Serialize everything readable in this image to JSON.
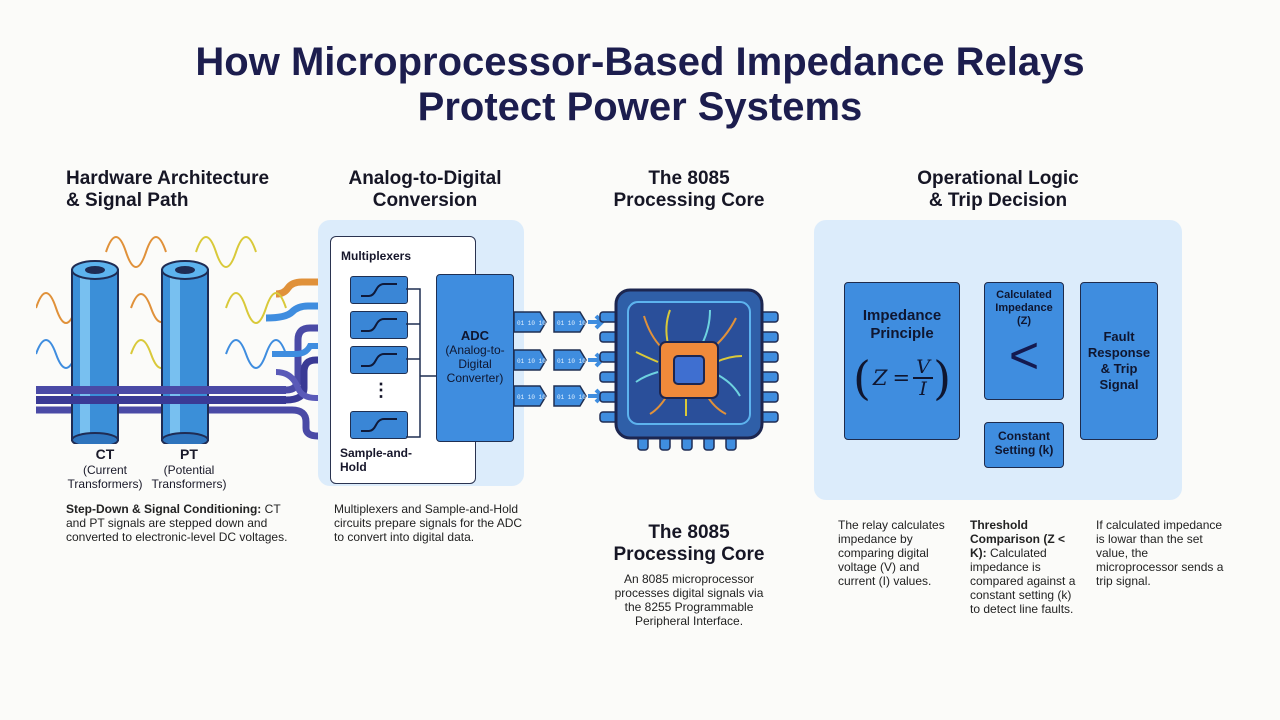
{
  "title_line1": "How Microprocessor-Based Impedance Relays",
  "title_line2": "Protect Power Systems",
  "sections": {
    "hardware": {
      "heading_line1": "Hardware Architecture",
      "heading_line2": "& Signal Path",
      "ct_label": "CT",
      "ct_sub1": "(Current",
      "ct_sub2": "Transformers)",
      "pt_label": "PT",
      "pt_sub1": "(Potential",
      "pt_sub2": "Transformers)",
      "desc_bold": "Step-Down & Signal Conditioning:",
      "desc_rest": " CT and PT signals are stepped down and converted to electronic-level DC voltages."
    },
    "adc": {
      "heading_line1": "Analog-to-Digital",
      "heading_line2": "Conversion",
      "mux_label": "Multiplexers",
      "sh_label_line1": "Sample-and-",
      "sh_label_line2": "Hold",
      "adc_line1": "ADC",
      "adc_line2": "(Analog-to-",
      "adc_line3": "Digital",
      "adc_line4": "Converter)",
      "ellipsis": "⋮",
      "desc": "Multiplexers and Sample-and-Hold circuits prepare signals for the ADC to convert into digital data.",
      "binary_labels": [
        "01 10 10",
        "01 10 10",
        "01 10 10",
        "01 10 10",
        "01 10 10",
        "01 10 10"
      ]
    },
    "core": {
      "heading_line1": "The 8085",
      "heading_line2": "Processing Core",
      "lower_heading_line1": "The 8085",
      "lower_heading_line2": "Processing Core",
      "desc": "An 8085 microprocessor processes digital signals via the 8255 Programmable Peripheral Interface."
    },
    "logic": {
      "heading_line1": "Operational Logic",
      "heading_line2": "& Trip Decision",
      "impedance_title_line1": "Impedance",
      "impedance_title_line2": "Principle",
      "formula_z": "Z",
      "formula_eq": "=",
      "formula_v": "V",
      "formula_i": "I",
      "calc_line1": "Calculated",
      "calc_line2": "Impedance",
      "calc_line3": "(Z)",
      "less_than": "<",
      "constant_line1": "Constant",
      "constant_line2": "Setting (k)",
      "fault_line1": "Fault",
      "fault_line2": "Response",
      "fault_line3": "& Trip",
      "fault_line4": "Signal",
      "desc1": "The relay calculates impedance by comparing digital voltage (V) and current (I) values.",
      "desc2_bold": "Threshold Comparison (Z < K):",
      "desc2_rest": " Calculated impedance is compared against a constant setting (k) to detect line faults.",
      "desc3": "If calculated impedance is lowar than the set value, the microprocessor sends a trip signal."
    }
  },
  "colors": {
    "title": "#1c1d4e",
    "panel": "#dcecfb",
    "block_blue": "#3f8ddf",
    "wave_orange": "#e0913a",
    "wave_yellow": "#d9c93a",
    "wave_blue": "#3f8ddf",
    "bus_purple": "#4a4aa6"
  }
}
